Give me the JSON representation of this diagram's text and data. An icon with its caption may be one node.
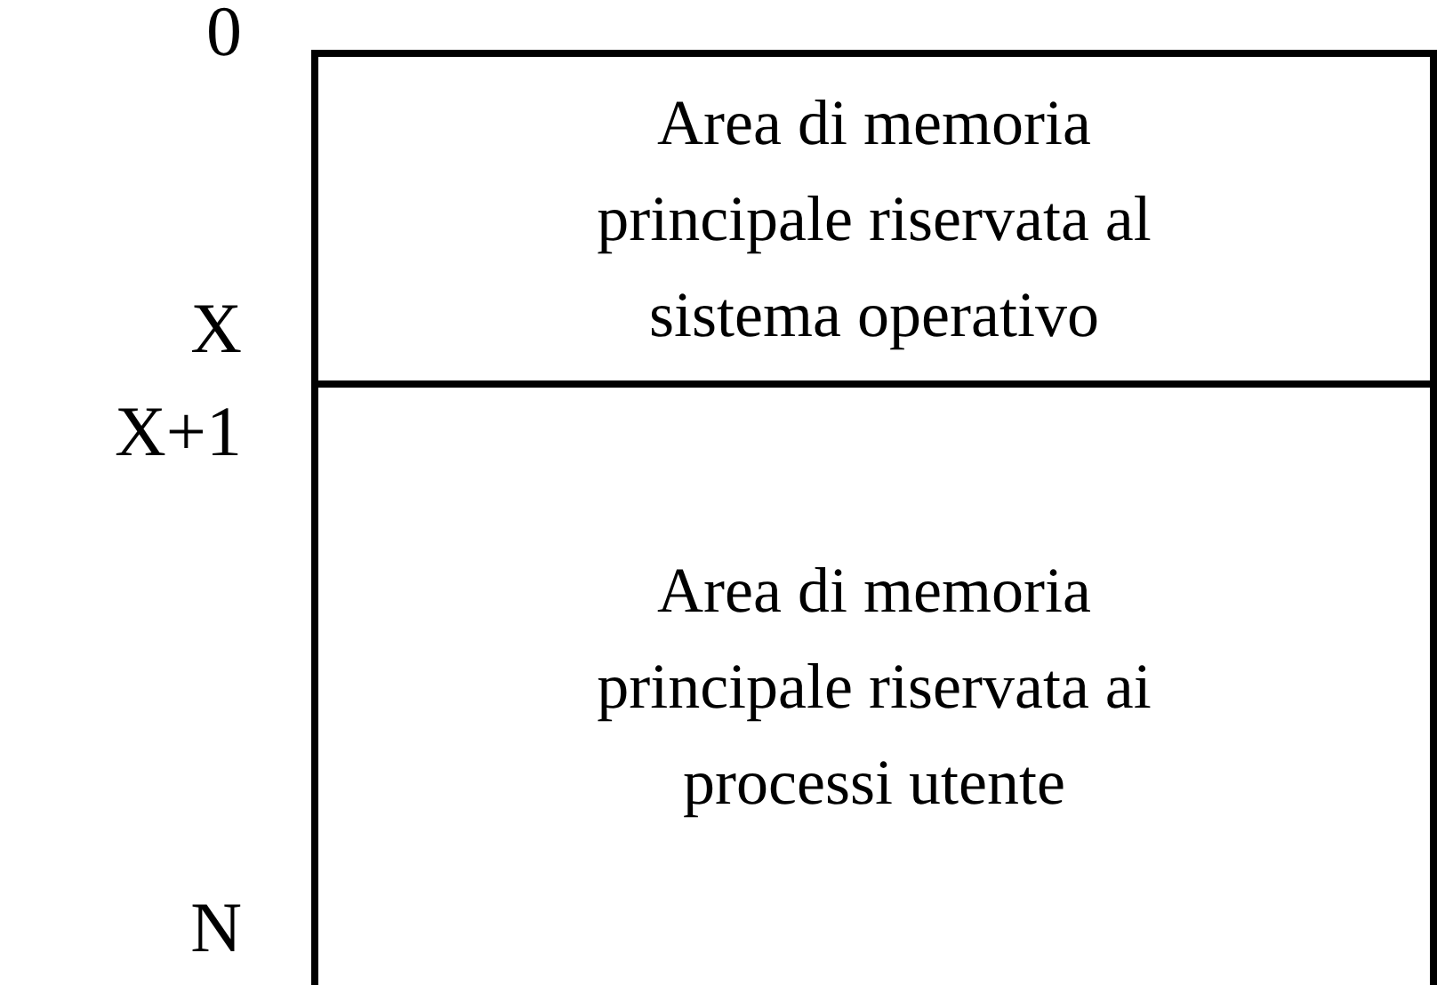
{
  "diagram": {
    "nodes": [
      {
        "text": [
          "Area di memoria principale riservata al sistema operativo"
        ]
      },
      {
        "text": [
          "Area di memoria principale riservata ai processi utente"
        ]
      }
    ],
    "labels": [
      "0",
      "X",
      "X+1",
      "N"
    ]
  }
}
